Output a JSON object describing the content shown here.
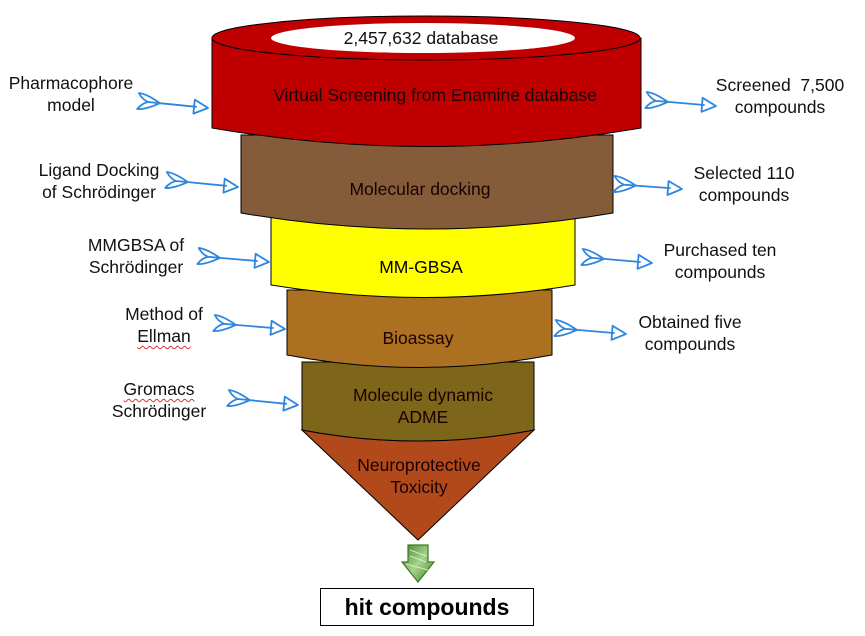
{
  "funnel": {
    "top_ellipse_label": "2,457,632 database",
    "layers": [
      {
        "id": "virtual-screening",
        "lines": [
          "Virtual Screening from Enamine database"
        ],
        "color": "#c00000"
      },
      {
        "id": "molecular-docking",
        "lines": [
          "Molecular docking"
        ],
        "color": "#855c3a"
      },
      {
        "id": "mm-gbsa",
        "lines": [
          "MM-GBSA"
        ],
        "color": "#ffff00"
      },
      {
        "id": "bioassay",
        "lines": [
          "Bioassay"
        ],
        "color": "#ac7021"
      },
      {
        "id": "molecule-dynamic",
        "lines": [
          "Molecule dynamic",
          "ADME"
        ],
        "color": "#7d6619"
      },
      {
        "id": "neuroprotective",
        "lines": [
          "Neuroprotective",
          "Toxicity"
        ],
        "color": "#b1491b"
      }
    ]
  },
  "left_labels": [
    {
      "lines": [
        "Pharmacophore",
        "model"
      ]
    },
    {
      "lines": [
        "Ligand Docking",
        "of Schrödinger"
      ]
    },
    {
      "lines": [
        "MMGBSA of",
        "Schrödinger"
      ]
    },
    {
      "lines": [
        "Method of",
        "Ellman"
      ]
    },
    {
      "lines": [
        "Gromacs",
        "Schrödinger"
      ]
    }
  ],
  "right_labels": [
    {
      "lines": [
        "Screened  7,500",
        "compounds"
      ]
    },
    {
      "lines": [
        "Selected 110",
        "compounds"
      ]
    },
    {
      "lines": [
        "Purchased ten",
        "compounds"
      ]
    },
    {
      "lines": [
        "Obtained five",
        "compounds"
      ]
    }
  ],
  "result": {
    "label": "hit compounds"
  },
  "colors": {
    "arrow_blue": "#2f86e0",
    "down_arrow_green": "#5fa040",
    "outline": "#000000"
  }
}
